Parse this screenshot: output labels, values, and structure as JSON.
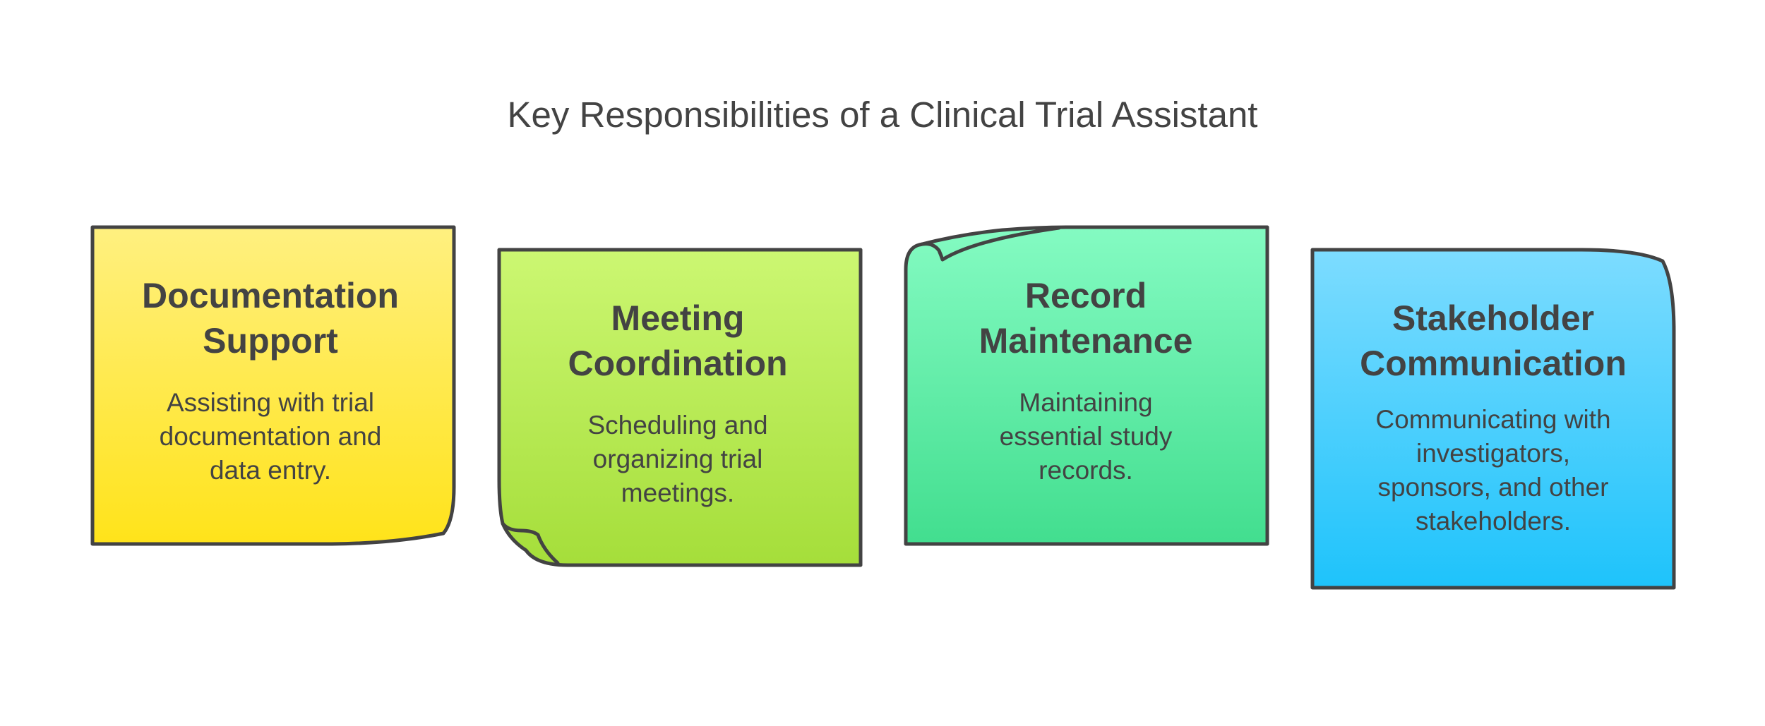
{
  "title": "Key Responsibilities of a Clinical Trial Assistant",
  "cards": [
    {
      "heading_line1": "Documentation",
      "heading_line2": "Support",
      "desc_line1": "Assisting with trial",
      "desc_line2": "documentation and",
      "desc_line3": "data entry.",
      "color_top": "#fff080",
      "color_bottom": "#ffe31a"
    },
    {
      "heading_line1": "Meeting",
      "heading_line2": "Coordination",
      "desc_line1": "Scheduling and",
      "desc_line2": "organizing trial",
      "desc_line3": "meetings.",
      "color_top": "#ccf772",
      "color_bottom": "#a5de3a"
    },
    {
      "heading_line1": "Record",
      "heading_line2": "Maintenance",
      "desc_line1": "Maintaining",
      "desc_line2": "essential study",
      "desc_line3": "records.",
      "color_top": "#84fbc2",
      "color_bottom": "#42de8f"
    },
    {
      "heading_line1": "Stakeholder",
      "heading_line2": "Communication",
      "desc_line1": "Communicating with",
      "desc_line2": "investigators,",
      "desc_line3": "sponsors, and other",
      "desc_line4": "stakeholders.",
      "color_top": "#7ddcff",
      "color_bottom": "#1ec3fb"
    }
  ],
  "outline_color": "#434343"
}
